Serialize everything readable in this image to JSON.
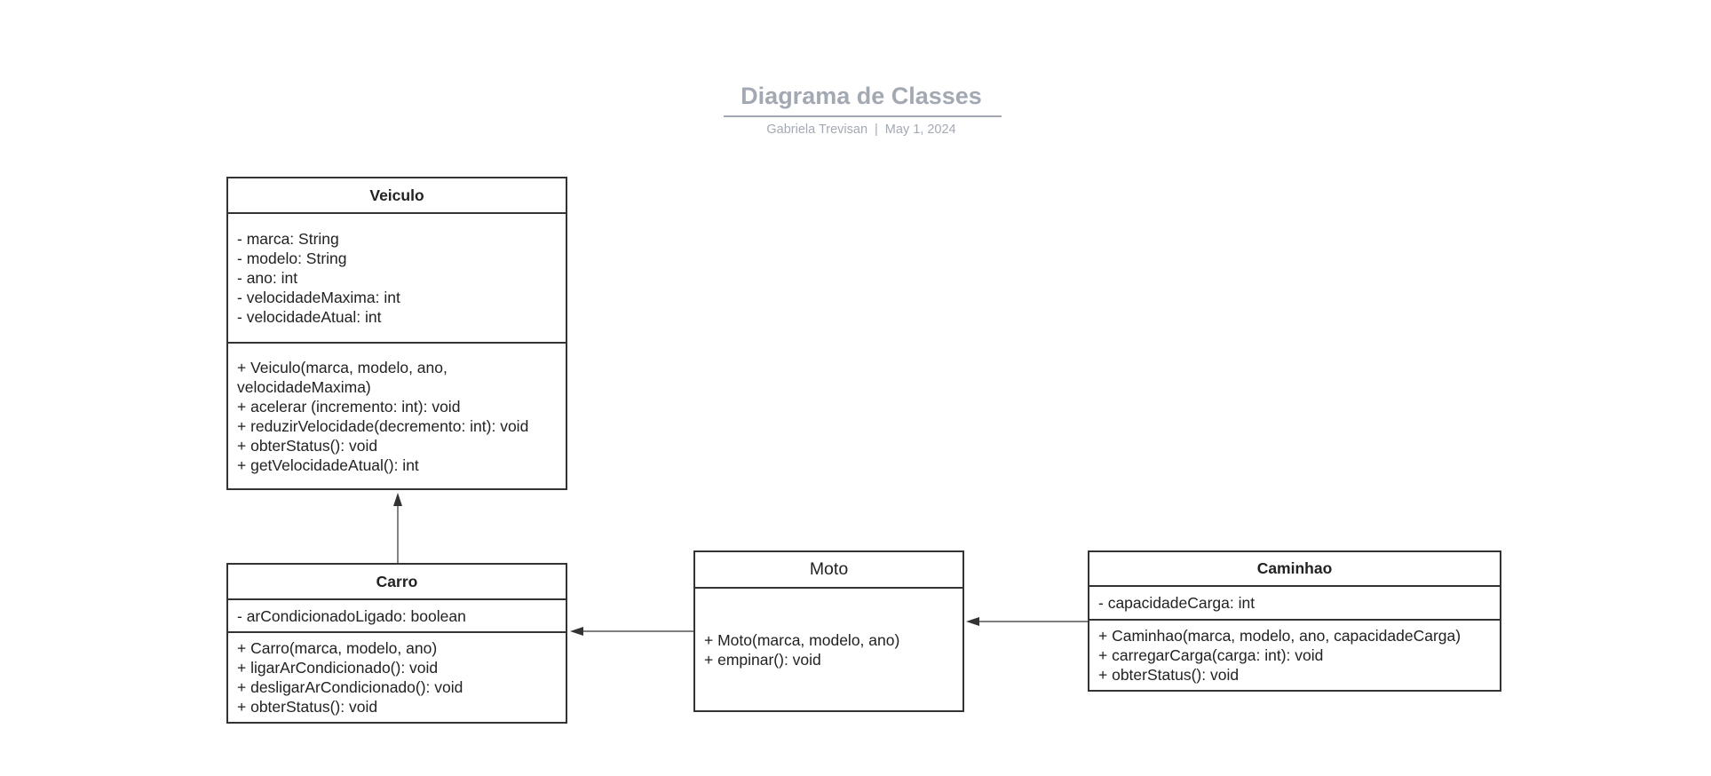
{
  "header": {
    "title": "Diagrama de Classes",
    "author": "Gabriela Trevisan",
    "separator": "|",
    "date": "May 1, 2024"
  },
  "classes": {
    "veiculo": {
      "name": "Veiculo",
      "attributes": [
        "- marca: String",
        "- modelo: String",
        "- ano: int",
        "- velocidadeMaxima: int",
        "- velocidadeAtual: int"
      ],
      "methods": [
        "+ Veiculo(marca, modelo, ano,",
        "velocidadeMaxima)",
        "+ acelerar (incremento: int): void",
        "+ reduzirVelocidade(decremento: int): void",
        "+ obterStatus(): void",
        "+ getVelocidadeAtual(): int"
      ]
    },
    "carro": {
      "name": "Carro",
      "attributes": [
        "- arCondicionadoLigado: boolean"
      ],
      "methods": [
        "+ Carro(marca, modelo, ano)",
        "+ ligarArCondicionado(): void",
        "+ desligarArCondicionado(): void",
        "+ obterStatus(): void"
      ]
    },
    "moto": {
      "name": "Moto",
      "methods": [
        "+ Moto(marca, modelo, ano)",
        "+ empinar(): void"
      ]
    },
    "caminhao": {
      "name": "Caminhao",
      "attributes": [
        "- capacidadeCarga: int"
      ],
      "methods": [
        "+ Caminhao(marca, modelo, ano, capacidadeCarga)",
        "+ carregarCarga(carga: int): void",
        "+ obterStatus(): void"
      ]
    }
  },
  "colors": {
    "title": "#a3a9b3",
    "border": "#333333",
    "text": "#222222",
    "connector": "#333333"
  }
}
